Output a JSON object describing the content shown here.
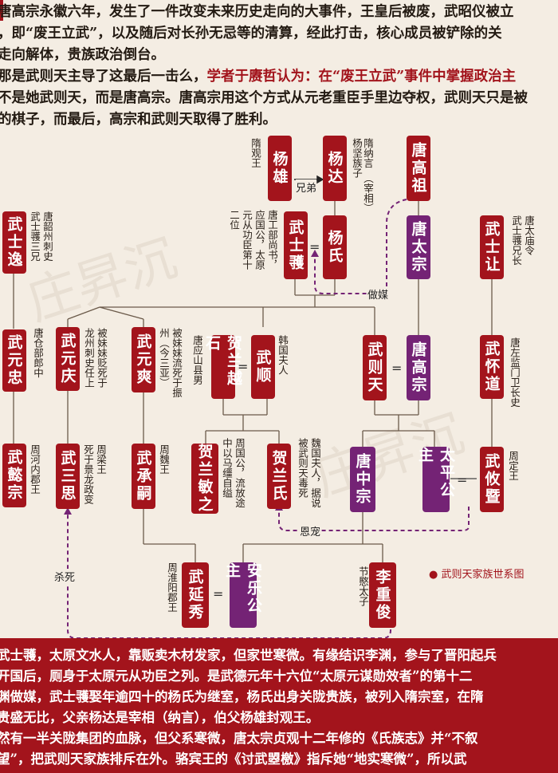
{
  "intro": {
    "line1": "唐高宗永徽六年，发生了一件改变未来历史走向的大事件，王皇后被废，武昭仪被立",
    "line2": "，即“废王立武”，以及随后对长孙无忌等的清算，经此打击，核心成员被铲除的关",
    "line3": "走向解体，贵族政治倒台。",
    "line4a": "那是武则天主导了这最后一击么，",
    "line4b": "学者于赓哲认为：在“废王立武”事件中掌握政治主",
    "line5": "不是她武则天，而是唐高宗。唐高宗用这个方式从元老重臣手里边夺权，武则天只是被",
    "line6": "的棋子，而最后，高宗和武则天取得了胜利。"
  },
  "colors": {
    "red": "#a3141c",
    "purple": "#742375",
    "background": "#f4ede3"
  },
  "tree": {
    "nodes": {
      "yang_xiong": "杨雄",
      "yang_da": "杨达",
      "tang_gaozu": "唐高祖",
      "wu_shiyi": "武士逸",
      "wu_shiyue": "武士彟",
      "yang_shi": "杨氏",
      "tang_taizong": "唐太宗",
      "wu_shirang": "武士让",
      "wu_yuanzhong": "武元忠",
      "wu_yuanqing": "武元庆",
      "wu_yuanshuang": "武元爽",
      "helan_yueshi": "贺兰越石",
      "wu_shun": "武顺",
      "wu_zetian": "武则天",
      "tang_gaozong": "唐高宗",
      "wu_huaidao": "武怀道",
      "wu_yizong": "武懿宗",
      "wu_sansi": "武三思",
      "wu_chengsi": "武承嗣",
      "helan_minzhi": "贺兰敏之",
      "helan_shi": "贺兰氏",
      "tang_zhongzong": "唐中宗",
      "taiping": "太平公主",
      "wu_youji": "武攸暨",
      "wu_yanxiu": "武延秀",
      "anle": "安乐公主",
      "li_chongjun": "李重俊"
    },
    "notes": {
      "yang_xiong": "隋观王",
      "yang_da_1": "隋纳言",
      "yang_da_2": "杨坚族子",
      "yang_da_3": "（宰相）",
      "wu_shiyi_1": "唐韶州刺史",
      "wu_shiyi_2": "武士彟三兄",
      "wu_shiyue_1": "唐工部尚书，",
      "wu_shiyue_2": "应国公，太原",
      "wu_shiyue_3": "元从功臣第十",
      "wu_shiyue_4": "二位",
      "wu_shirang_1": "唐太庙令",
      "wu_shirang_2": "武士彟兄长",
      "wu_yuanzhong": "唐仓部郎中",
      "wu_yuanqing_1": "被妹妹贬死于",
      "wu_yuanqing_2": "龙州刺史任上",
      "wu_yuanshuang_1": "被妹妹流死于振",
      "wu_yuanshuang_2": "州（今三亚）",
      "helan_yueshi": "唐应山县男",
      "wu_shun": "韩国夫人",
      "wu_huaidao": "唐左监门卫长史",
      "wu_yizong": "周河内郡王",
      "wu_sansi_1": "周梁王",
      "wu_sansi_2": "死于景龙政变",
      "wu_chengsi": "周魏王",
      "helan_minzhi_1": "周国公，流放途",
      "helan_minzhi_2": "中以马缰自缢",
      "helan_shi_1": "魏国夫人，据说",
      "helan_shi_2": "被武则天毒死",
      "wu_youji": "周定王",
      "wu_yanxiu": "周淮阳郡王",
      "li_chongjun": "节愍太子"
    },
    "labels": {
      "brothers": "兄弟",
      "matchmaker": "做媒",
      "favor": "恩宠",
      "killed": "杀死",
      "eq": "="
    },
    "legend": "武则天家族世系图",
    "watermark": "庄昇沉"
  },
  "bottom": {
    "line1": "武士彟，太原文水人，靠贩卖木材发家，但家世寒微。有缘结识李渊，参与了晋阳起兵",
    "line2": "开国后，厕身于太原元从功臣之列。是武德元年十六位“太原元谋勋效者”的第十二",
    "line3": "渊做媒，武士彟娶年逾四十的杨氏为继室，杨氏出身关陇贵族，被列入隋宗室，在隋",
    "line4": "贵盛无比，父亲杨达是宰相（纳言），伯父杨雄封观王。",
    "line5": "然有一半关陇集团的血脉，但父系寒微，唐太宗贞观十二年修的《氏族志》并“不叙",
    "line6": "望”，把武则天家族排斥在外。骆宾王的《讨武曌檄》指斥她“地实寒微”，所以武"
  }
}
